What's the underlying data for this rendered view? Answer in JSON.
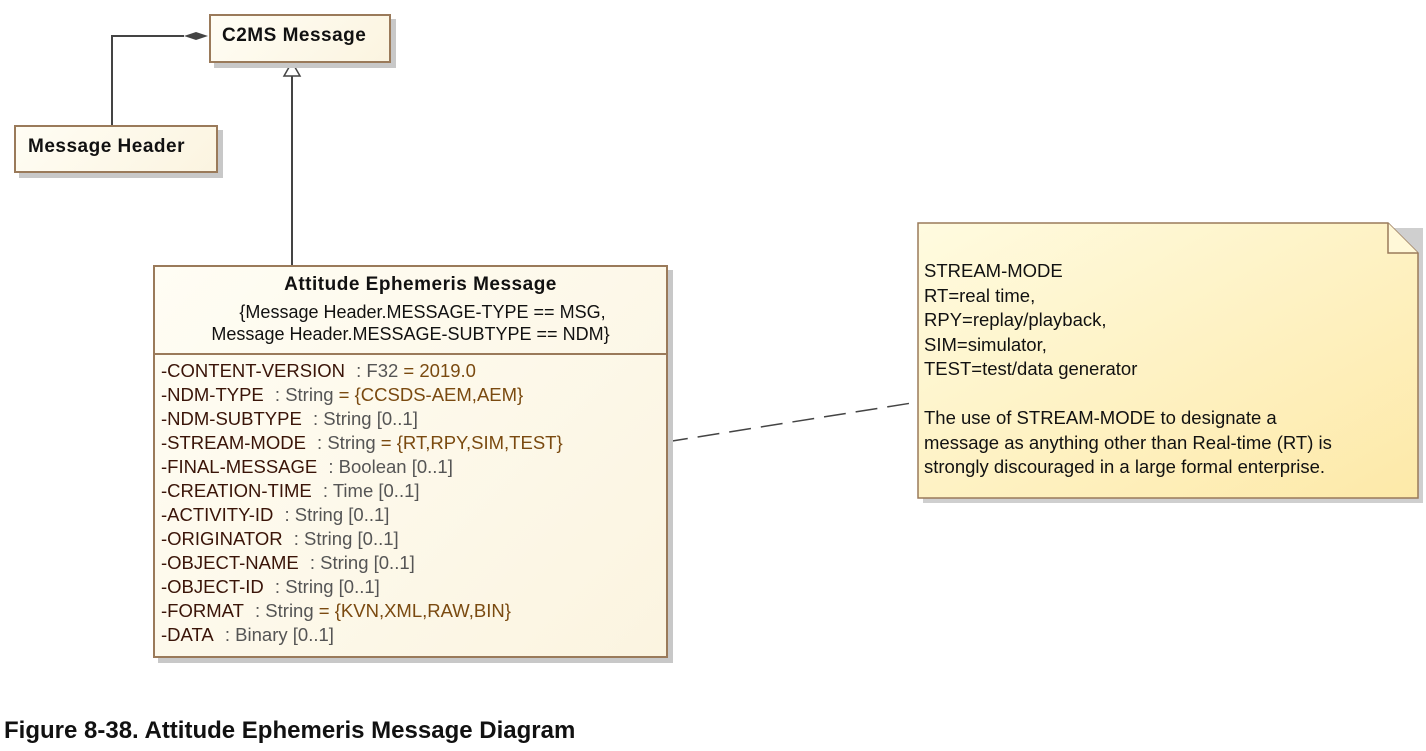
{
  "classes": {
    "c2ms": {
      "name": "C2MS Message"
    },
    "header": {
      "name": "Message Header"
    },
    "aem": {
      "name": "Attitude Ephemeris Message",
      "constraint_line1": "{Message Header.MESSAGE-TYPE == MSG,",
      "constraint_line2": "Message Header.MESSAGE-SUBTYPE == NDM}",
      "attributes": [
        {
          "name": "-CONTENT-VERSION",
          "type": " : F32",
          "default": " = 2019.0"
        },
        {
          "name": "-NDM-TYPE",
          "type": " : String",
          "default": " = {CCSDS-AEM,AEM}"
        },
        {
          "name": "-NDM-SUBTYPE",
          "type": " : String [0..1]",
          "default": ""
        },
        {
          "name": "-STREAM-MODE",
          "type": " : String",
          "default": " = {RT,RPY,SIM,TEST}"
        },
        {
          "name": "-FINAL-MESSAGE",
          "type": " : Boolean [0..1]",
          "default": ""
        },
        {
          "name": "-CREATION-TIME",
          "type": " : Time [0..1]",
          "default": ""
        },
        {
          "name": "-ACTIVITY-ID",
          "type": " : String [0..1]",
          "default": ""
        },
        {
          "name": "-ORIGINATOR",
          "type": " : String [0..1]",
          "default": ""
        },
        {
          "name": "-OBJECT-NAME",
          "type": " : String [0..1]",
          "default": ""
        },
        {
          "name": "-OBJECT-ID",
          "type": " : String [0..1]",
          "default": ""
        },
        {
          "name": "-FORMAT",
          "type": " : String",
          "default": " = {KVN,XML,RAW,BIN}"
        },
        {
          "name": "-DATA",
          "type": " : Binary [0..1]",
          "default": ""
        }
      ]
    }
  },
  "note": {
    "lines": [
      "STREAM-MODE",
      "RT=real time,",
      "RPY=replay/playback,",
      "SIM=simulator,",
      "TEST=test/data generator",
      "",
      "The use of STREAM-MODE to designate a",
      "message as anything other than Real-time (RT) is",
      "strongly discouraged in a large formal enterprise."
    ]
  },
  "caption": "Figure 8-38. Attitude Ephemeris Message Diagram",
  "colors": {
    "border": "#9a7a5a",
    "fill": "#fffdf4",
    "note_fill": "#fff6c8",
    "attr_name": "#3a1408",
    "attr_default": "#7a4a10"
  }
}
